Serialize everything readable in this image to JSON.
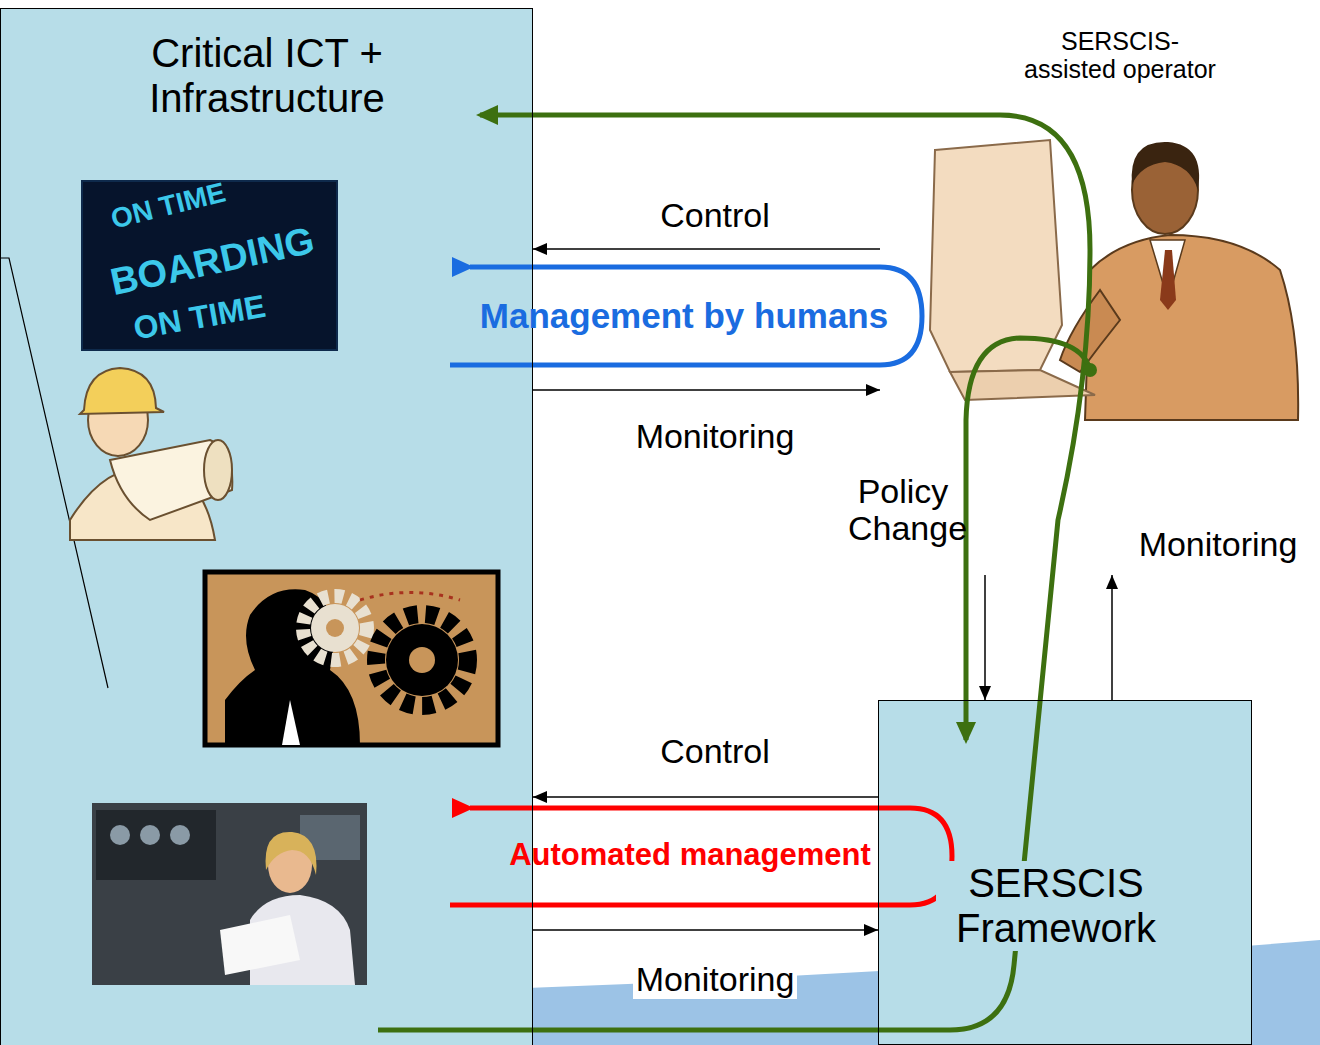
{
  "diagram": {
    "nodes": [
      {
        "text": [
          "Critical ICT + Infrastructure"
        ]
      },
      {
        "text": [
          "SERSCIS- assisted operator"
        ]
      },
      {
        "text": [
          "SERSCIS Framework"
        ]
      }
    ],
    "edges": [
      {
        "from": 1,
        "to": 0,
        "arrow": "to",
        "label": "Control"
      },
      {
        "from": 0,
        "to": 1,
        "arrow": "to",
        "label": "Monitoring"
      },
      {
        "from": 1,
        "to": 2,
        "arrow": "to",
        "label": "Policy Change"
      },
      {
        "from": 2,
        "to": 1,
        "arrow": "to",
        "label": "Monitoring"
      },
      {
        "from": 2,
        "to": 0,
        "arrow": "to",
        "label": "Control"
      },
      {
        "from": 0,
        "to": 2,
        "arrow": "to",
        "label": "Monitoring"
      }
    ],
    "labels": [
      "Management by humans",
      "Automated management",
      "ON TIME",
      "BOARDING",
      "ON TIME"
    ]
  }
}
